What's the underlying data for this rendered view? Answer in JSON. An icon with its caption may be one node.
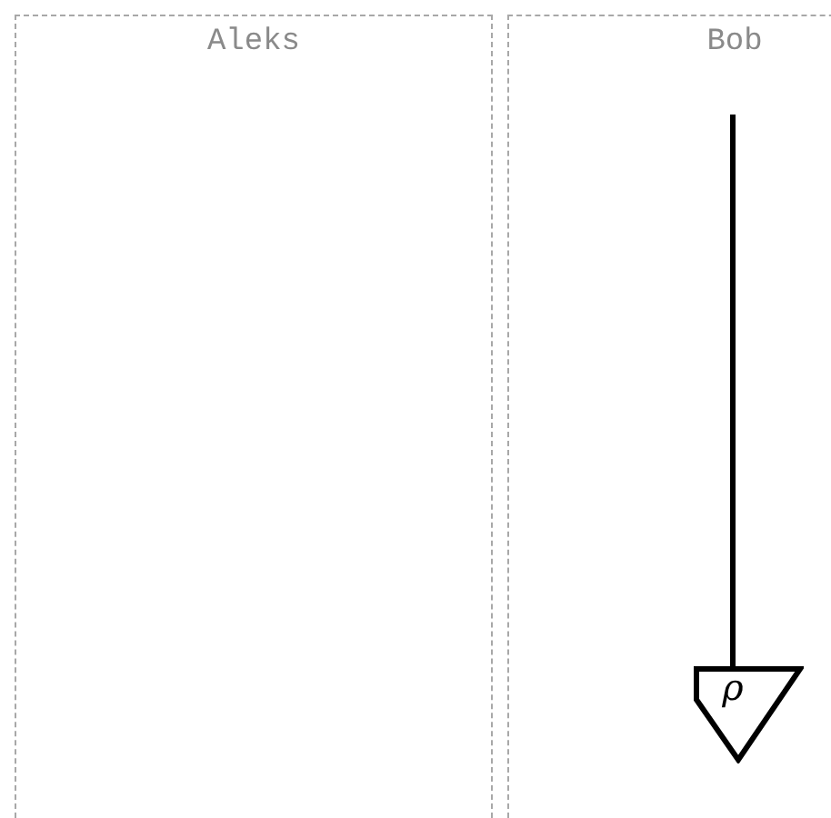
{
  "diagram": {
    "nodes": [
      {
        "text": [
          "Aleks"
        ]
      },
      {
        "text": [
          "Bob"
        ]
      },
      {
        "text": [
          "ρ"
        ],
        "in": 1
      }
    ],
    "edges": [
      {
        "from": null,
        "to": 2,
        "arrow": "none"
      }
    ]
  }
}
